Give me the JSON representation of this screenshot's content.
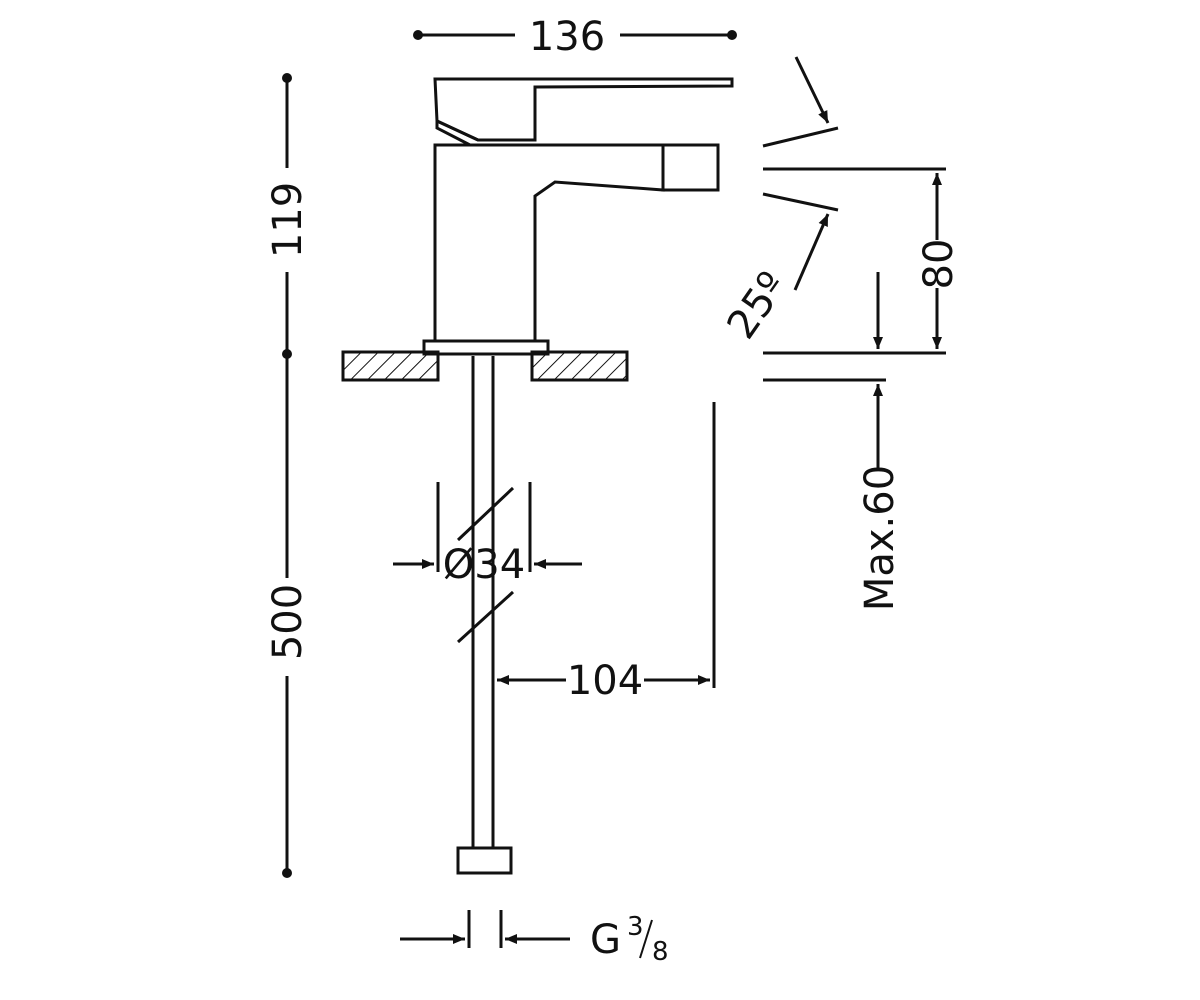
{
  "dimensions": {
    "top_width": "136",
    "spout_height": "119",
    "pipe_length": "500",
    "spout_to_spray": "80",
    "spray_angle": "25º",
    "deck_thickness": "Max.60",
    "hole_diameter": "Ø34",
    "spout_reach": "104",
    "thread_letter": "G",
    "thread_num": "3",
    "thread_den": "8"
  },
  "colors": {
    "line": "#111111",
    "background": "#ffffff"
  }
}
